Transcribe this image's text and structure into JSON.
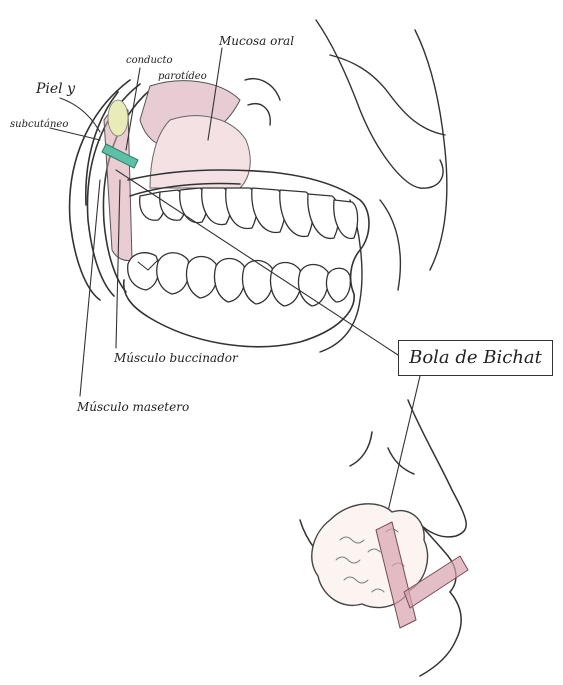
{
  "labels": {
    "piel": "Piel y",
    "subcutaneo": "subcutáneo",
    "conducto_line1": "conducto",
    "conducto_line2": "parotídeo",
    "mucosa": "Mucosa oral",
    "buccinador": "Músculo buccinador",
    "masetero": "Músculo masetero",
    "bichat": "Bola de Bichat"
  },
  "colors": {
    "ink": "#333333",
    "muscle": "#d9a3ae",
    "mucosa": "#e7cdd3",
    "duct": "#5dbfa6",
    "fat": "#e8d3cc",
    "parotid": "#e9ecb8"
  }
}
